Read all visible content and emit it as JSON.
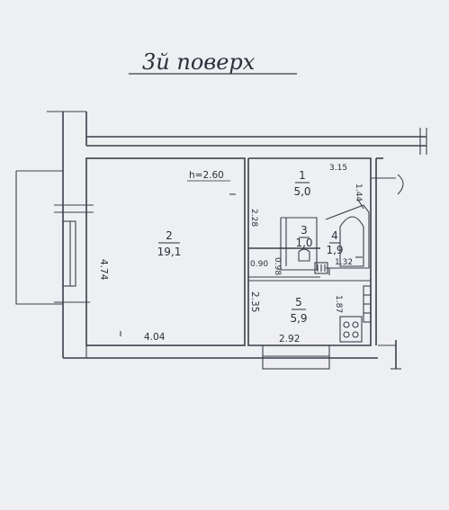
{
  "title": "3й поверх",
  "height_note": "h=2.60",
  "rooms": [
    {
      "id": "1",
      "number": "1",
      "area": "5,0"
    },
    {
      "id": "2",
      "number": "2",
      "area": "19,1"
    },
    {
      "id": "3",
      "number": "3",
      "area": "1,0"
    },
    {
      "id": "4",
      "number": "4",
      "area": "1,9"
    },
    {
      "id": "5",
      "number": "5",
      "area": "5,9"
    }
  ],
  "dimensions": {
    "room2_height": "4.74",
    "room2_width": "4.04",
    "hall_width": "3.15",
    "hall_depth": "2.28",
    "hall_side": "1.44",
    "wc_side": "0.98",
    "wc_width": "0.90",
    "bath_width": "1.32",
    "kitchen_height": "2.35",
    "kitchen_width": "2.92",
    "kitchen_side": "1.87"
  },
  "colors": {
    "paper": "#eeeff2",
    "ink": "#2a2f3a"
  }
}
